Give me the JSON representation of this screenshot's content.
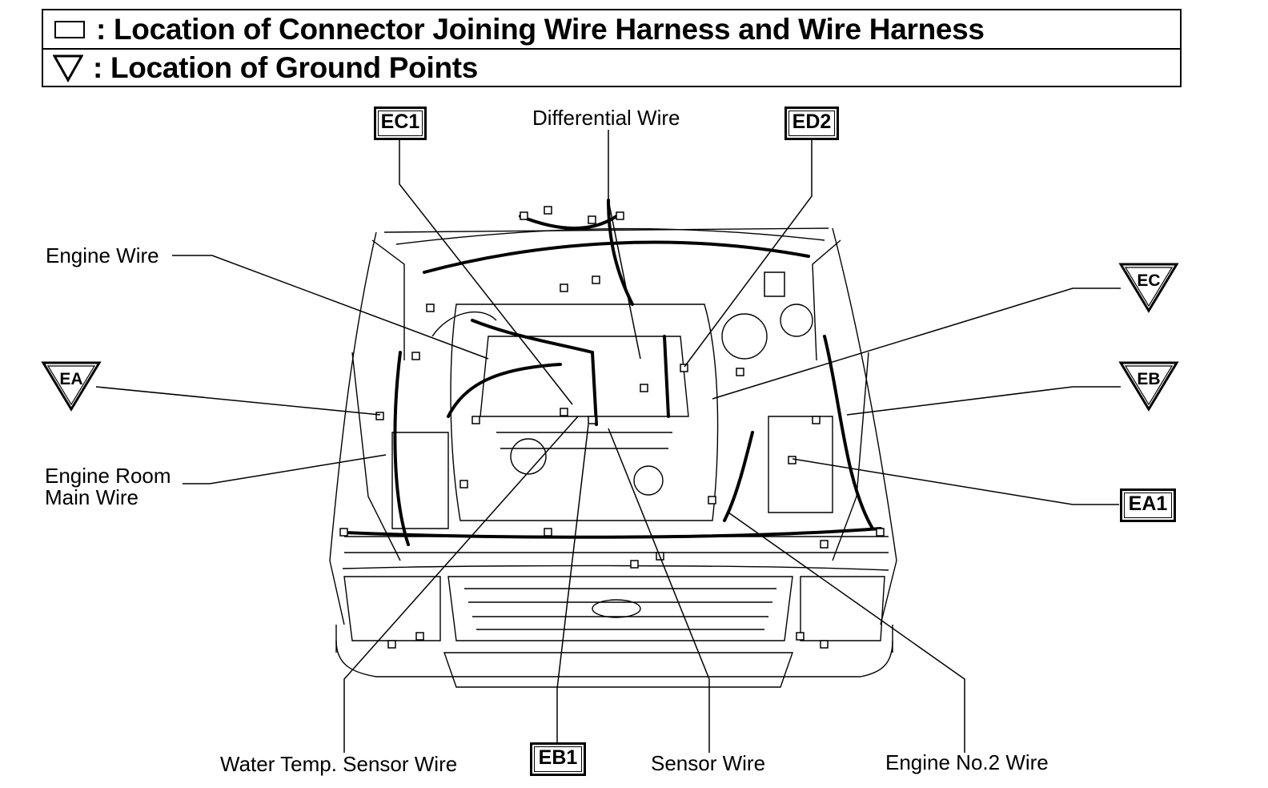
{
  "legend": {
    "connector_text": ": Location of Connector Joining Wire Harness and Wire Harness",
    "connector_symbol": "rectangle-icon",
    "ground_text": ": Location of Ground Points",
    "ground_symbol": "down-triangle-icon"
  },
  "connectors": {
    "ec1": "EC1",
    "ed2": "ED2",
    "ea1": "EA1",
    "eb1": "EB1"
  },
  "grounds": {
    "ec": "EC",
    "ea": "EA",
    "eb": "EB"
  },
  "wires": {
    "differential": "Differential Wire",
    "engine": "Engine Wire",
    "engine_room_main_1": "Engine Room",
    "engine_room_main_2": "Main Wire",
    "water_temp": "Water Temp. Sensor Wire",
    "sensor": "Sensor Wire",
    "engine_no2": "Engine No.2 Wire"
  }
}
